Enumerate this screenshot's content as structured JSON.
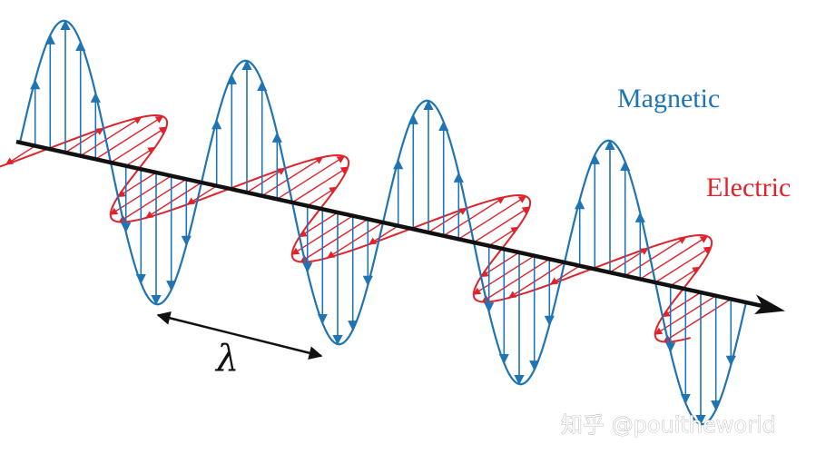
{
  "diagram": {
    "labels": {
      "magnetic": "Magnetic",
      "electric": "Electric",
      "wavelength": "λ"
    },
    "watermark": "知乎 @pouitheworld",
    "colors": {
      "magnetic": "#1f74b4",
      "electric": "#e0232b",
      "axis": "#111111"
    },
    "wave": {
      "cycles": 4,
      "arrows_per_half_cycle": 5
    }
  }
}
